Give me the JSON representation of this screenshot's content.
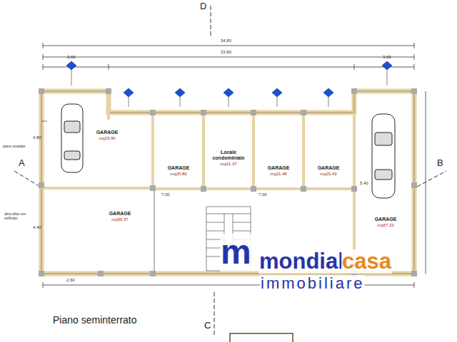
{
  "diagram": {
    "caption": "Piano seminterrato",
    "nodes": [
      {
        "text": [
          "GARAGE",
          "mq23.40"
        ]
      },
      {
        "text": [
          "GARAGE",
          "mq20.80"
        ]
      },
      {
        "text": [
          "Locale condominiale",
          "mq21.37"
        ]
      },
      {
        "text": [
          "GARAGE",
          "mq21.48"
        ]
      },
      {
        "text": [
          "GARAGE",
          "mq20.43"
        ]
      },
      {
        "text": [
          "GARAGE",
          "mq55.37"
        ]
      },
      {
        "text": [
          "GARAGE",
          "mq57.22"
        ]
      }
    ],
    "labels": [
      "D",
      "C",
      "A",
      "B",
      "34,80",
      "23,80",
      "3,65",
      "3,65",
      "4,80",
      "4,40",
      "7,00",
      "7,00",
      "5,40",
      "2,60",
      "piano stradale",
      "altra ditta non edificato",
      "m",
      "mondial",
      "casa",
      "immobiliare"
    ]
  }
}
